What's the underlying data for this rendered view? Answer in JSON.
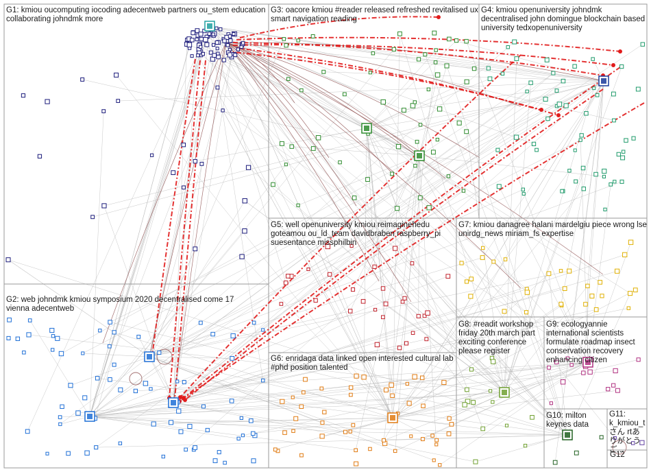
{
  "groups": [
    {
      "id": "G1",
      "label": "G1: kmiou oucomputing iocoding adecentweb partners ou_stem education collaborating johndmk more"
    },
    {
      "id": "G2",
      "label": "G2: web johndmk kmiou symposium 2020 decentralised come 17 vienna adecentweb"
    },
    {
      "id": "G3",
      "label": "G3: oacore kmiou #reader released refreshed revitalised ux smart navigation reading"
    },
    {
      "id": "G4",
      "label": "G4: kmiou openuniversity johndmk decentralised john domingue blockchain based university tedxopenuniversity"
    },
    {
      "id": "G5",
      "label": "G5: well openuniversity kmiou reimaginehedu goteamou ou_ld_team davidbraben raspberry_pi suesentance missphilbin"
    },
    {
      "id": "G6",
      "label": "G6: enridaga data linked open interested cultural lab #phd position talented"
    },
    {
      "id": "G7",
      "label": "G7: kmiou danagree halani mardelgiu piece wrong lse unirdg_news miriam_fs expertise"
    },
    {
      "id": "G8",
      "label": "G8: #readit workshop friday 20th march part exciting conference please register"
    },
    {
      "id": "G9",
      "label": "G9: ecologyannie international scientists formulate roadmap insect conservation recovery enhancing citizen"
    },
    {
      "id": "G10",
      "label": "G10: milton keynes data"
    },
    {
      "id": "G11",
      "label": "G11: k_kmiou_t さん rtありがとうご..."
    },
    {
      "id": "G12",
      "label": "G12"
    }
  ],
  "colors": {
    "background": "#ffffff",
    "group_border": "#9a9a9a",
    "edge_gray": "#b4b4b4",
    "edge_brown": "#8b4a4a",
    "edge_red": "#e11b1b"
  }
}
